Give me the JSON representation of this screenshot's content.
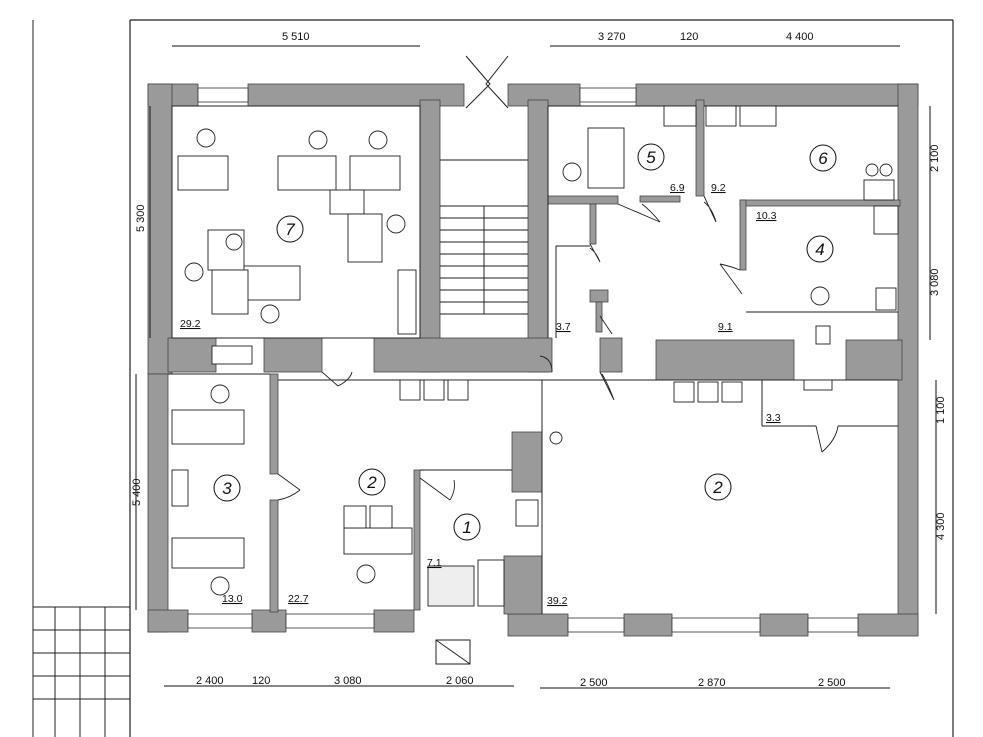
{
  "dimensions": {
    "top_left": "5 510",
    "top_mid": "3 270",
    "top_gap": "120",
    "top_right": "4 400",
    "left_upper": "5 300",
    "left_lower": "5 400",
    "right_1": "2 100",
    "right_2": "3 080",
    "right_3": "1 100",
    "right_4": "4 300",
    "bottom_1": "2 400",
    "bottom_gap": "120",
    "bottom_2": "3 080",
    "bottom_3": "2 060",
    "bottom_4": "2 500",
    "bottom_5": "2 870",
    "bottom_6": "2 500"
  },
  "rooms": [
    {
      "id": "7",
      "area": "29.2"
    },
    {
      "id": "5",
      "area": "6.9"
    },
    {
      "id": "6",
      "area": "9.2"
    },
    {
      "id": "4",
      "area": "10.3"
    },
    {
      "id": "",
      "area": "3.7"
    },
    {
      "id": "",
      "area": "9.1"
    },
    {
      "id": "3",
      "area": "13.0"
    },
    {
      "id": "2",
      "area": "22.7"
    },
    {
      "id": "1",
      "area": "7.1"
    },
    {
      "id": "2",
      "area": "39.2"
    },
    {
      "id": "",
      "area": "3.3"
    }
  ]
}
